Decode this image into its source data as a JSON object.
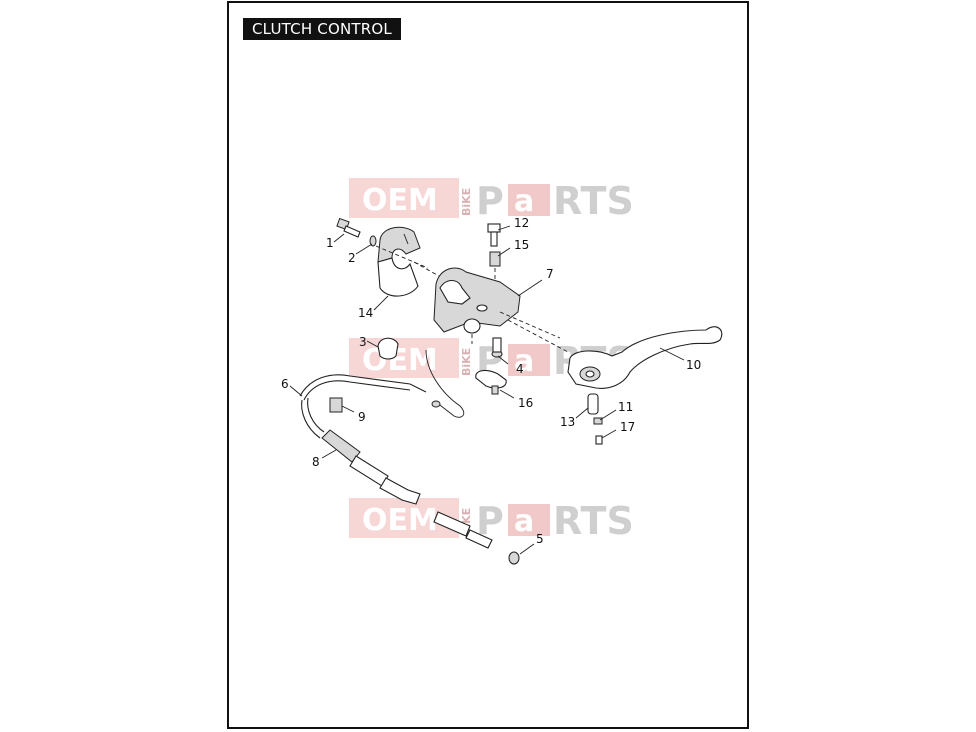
{
  "title": "CLUTCH CONTROL",
  "watermark": {
    "oem": "OEM",
    "bike": "BiKE",
    "parts_p": "P",
    "parts_a": "a",
    "parts_rts": "RTS",
    "colors": {
      "red": "#f2c9c9",
      "red_box": "#f7d6d6",
      "gray": "#cfcfcf"
    }
  },
  "callouts": [
    {
      "id": "c1",
      "label": "1"
    },
    {
      "id": "c2",
      "label": "2"
    },
    {
      "id": "c3",
      "label": "3"
    },
    {
      "id": "c4",
      "label": "4"
    },
    {
      "id": "c5",
      "label": "5"
    },
    {
      "id": "c6",
      "label": "6"
    },
    {
      "id": "c7",
      "label": "7"
    },
    {
      "id": "c8",
      "label": "8"
    },
    {
      "id": "c9",
      "label": "9"
    },
    {
      "id": "c10",
      "label": "10"
    },
    {
      "id": "c11",
      "label": "11"
    },
    {
      "id": "c12",
      "label": "12"
    },
    {
      "id": "c13",
      "label": "13"
    },
    {
      "id": "c14",
      "label": "14"
    },
    {
      "id": "c15",
      "label": "15"
    },
    {
      "id": "c16",
      "label": "16"
    },
    {
      "id": "c17",
      "label": "17"
    }
  ]
}
